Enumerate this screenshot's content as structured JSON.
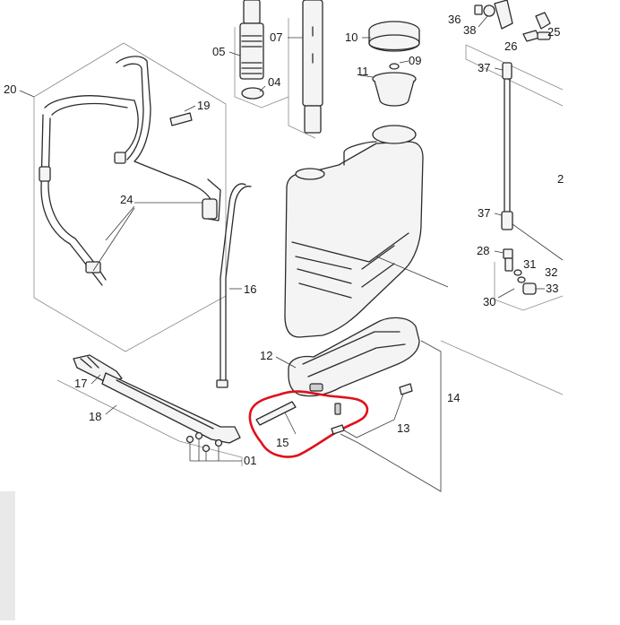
{
  "diagram": {
    "callouts": {
      "c01": "01",
      "c04": "04",
      "c05": "05",
      "c07": "07",
      "c09": "09",
      "c10": "10",
      "c11": "11",
      "c12": "12",
      "c13": "13",
      "c14": "14",
      "c15": "15",
      "c16": "16",
      "c17": "17",
      "c18": "18",
      "c19": "19",
      "c20": "20",
      "c24": "24",
      "c25": "25",
      "c26": "26",
      "c28": "28",
      "c30": "30",
      "c31": "31",
      "c32": "32",
      "c33": "33",
      "c36": "36",
      "c37a": "37",
      "c37b": "37",
      "c38": "38",
      "c2": "2"
    },
    "highlight_color": "#e0101a",
    "line_color": "#2b2b2b"
  }
}
